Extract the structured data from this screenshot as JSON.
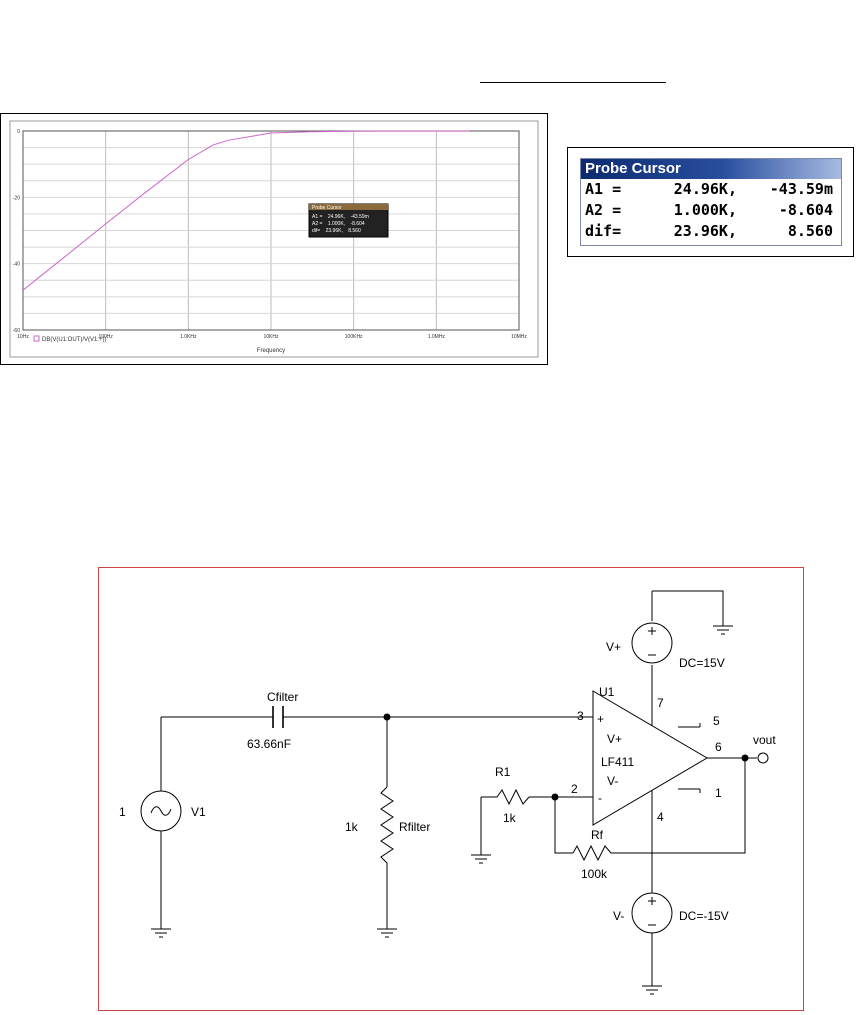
{
  "plot": {
    "legend": "DB(V(U1:OUT)/V(V1:+))",
    "xlabel": "Frequency",
    "probe_mini": {
      "title": "Probe Cursor",
      "rows": [
        {
          "name": "A1 =",
          "x": "24.96K,",
          "y": "-43.59m"
        },
        {
          "name": "A2 =",
          "x": "1.000K,",
          "y": "-8.604"
        },
        {
          "name": "dif=",
          "x": "23.96K,",
          "y": "8.560"
        }
      ]
    }
  },
  "chart_data": {
    "type": "line",
    "xscale": "log",
    "xlim": [
      10,
      10000000
    ],
    "ylim": [
      -60,
      0
    ],
    "x_ticks": [
      "10Hz",
      "100Hz",
      "1.0KHz",
      "10KHz",
      "100KHz",
      "1.0MHz",
      "10MHz"
    ],
    "y_ticks": [
      "0",
      "-20",
      "-40",
      "-60"
    ],
    "grid": true,
    "legend_position": "bottom-left",
    "series": [
      {
        "name": "DB(V(U1:OUT)/V(V1:+))",
        "color": "#cc66cc",
        "x": [
          10,
          30,
          100,
          300,
          1000,
          2000,
          3000,
          10000,
          30000,
          100000,
          300000,
          1000000,
          2500000
        ],
        "y": [
          -48.0,
          -38.5,
          -28.0,
          -18.6,
          -8.6,
          -4.2,
          -2.8,
          -0.6,
          -0.2,
          -0.05,
          -0.02,
          -0.02,
          -0.02
        ]
      }
    ]
  },
  "probe": {
    "title": "Probe Cursor",
    "rows": [
      {
        "name": "A1 =",
        "x": "24.96K,",
        "y": "-43.59m"
      },
      {
        "name": "A2 =",
        "x": "1.000K,",
        "y": "-8.604"
      },
      {
        "name": "dif=",
        "x": "23.96K,",
        "y": "8.560"
      }
    ]
  },
  "schematic": {
    "vplus_label": "V+",
    "vplus_value": "DC=15V",
    "vminus_label": "V-",
    "vminus_value": "DC=-15V",
    "opamp_ref": "U1",
    "opamp_part": "LF411",
    "opamp_vplus_pin": "V+",
    "opamp_vminus_pin": "V-",
    "pin_plus_sign": "+",
    "pin_minus_sign": "-",
    "pin_3": "3",
    "pin_2": "2",
    "pin_7": "7",
    "pin_4": "4",
    "pin_6": "6",
    "pin_5": "5",
    "pin_1": "1",
    "cap_ref": "Cfilter",
    "cap_value": "63.66nF",
    "rfilter_ref": "Rfilter",
    "rfilter_value": "1k",
    "r1_ref": "R1",
    "r1_value": "1k",
    "rf_ref": "Rf",
    "rf_value": "100k",
    "source_ref": "V1",
    "source_value": "1",
    "out_label": "vout"
  }
}
